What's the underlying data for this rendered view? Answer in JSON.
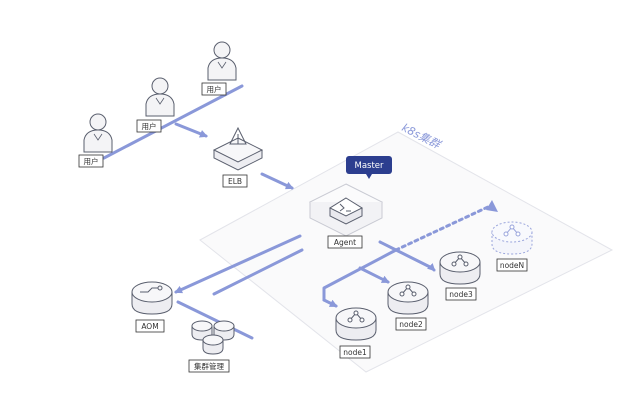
{
  "diagram": {
    "cluster_title": "k8s集群",
    "master_badge": "Master",
    "users": [
      {
        "label": "用户"
      },
      {
        "label": "用户"
      },
      {
        "label": "用户"
      }
    ],
    "elb": {
      "label": "ELB",
      "icon": "load-balancer-icon"
    },
    "agent": {
      "label": "Agent",
      "icon": "agent-icon"
    },
    "aom": {
      "label": "AOM",
      "icon": "monitoring-icon"
    },
    "cluster_mgmt": {
      "label": "集群管理",
      "icon": "cluster-icon"
    },
    "nodes": [
      {
        "label": "node1"
      },
      {
        "label": "node2"
      },
      {
        "label": "node3"
      },
      {
        "label": "nodeN"
      }
    ],
    "colors": {
      "accent": "#8a98d9",
      "master": "#2c3e8f",
      "outline": "#5a5f6e",
      "fill": "#f6f6f8"
    }
  }
}
